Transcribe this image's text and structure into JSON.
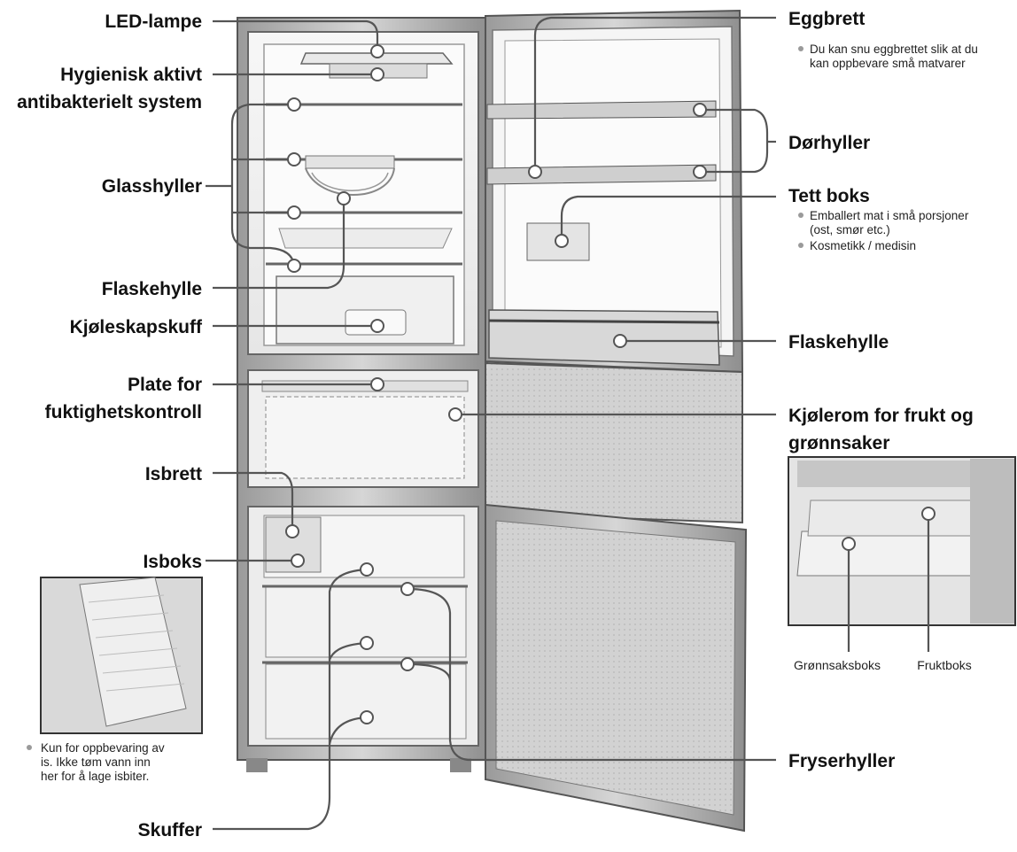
{
  "labels": {
    "led_lamp": "LED-lampe",
    "hygienic_line1": "Hygienisk aktivt",
    "hygienic_line2": "antibakterielt system",
    "glass_shelves": "Glasshyller",
    "bottle_shelf_left": "Flaskehylle",
    "fridge_drawer": "Kjøleskapskuff",
    "humidity_line1": "Plate for",
    "humidity_line2": "fuktighetskontroll",
    "ice_tray": "Isbrett",
    "ice_box": "Isboks",
    "drawers": "Skuffer",
    "egg_tray": "Eggbrett",
    "door_shelves": "Dørhyller",
    "tight_box": "Tett boks",
    "bottle_shelf_right": "Flaskehylle",
    "crisper_line1": "Kjølerom for frukt og",
    "crisper_line2": "grønnsaker",
    "freezer_shelves": "Fryserhyller"
  },
  "notes": {
    "egg_tray": [
      "Du kan snu eggbrettet slik at du",
      "kan oppbevare små matvarer"
    ],
    "tight_box_1": [
      "Emballert mat i små porsjoner",
      "(ost, smør etc.)"
    ],
    "tight_box_2": [
      "Kosmetikk / medisin"
    ],
    "ice_box": [
      "Kun for oppbevaring av",
      "is. Ikke tøm vann inn",
      "her for å lage isbiter."
    ]
  },
  "captions": {
    "vegetable_box": "Grønnsaksboks",
    "fruit_box": "Fruktboks"
  },
  "colors": {
    "cabinet": "#c9c9c9",
    "cabinet_dark": "#8a8a8a",
    "interior": "#f4f4f4",
    "leader": "#555555"
  }
}
